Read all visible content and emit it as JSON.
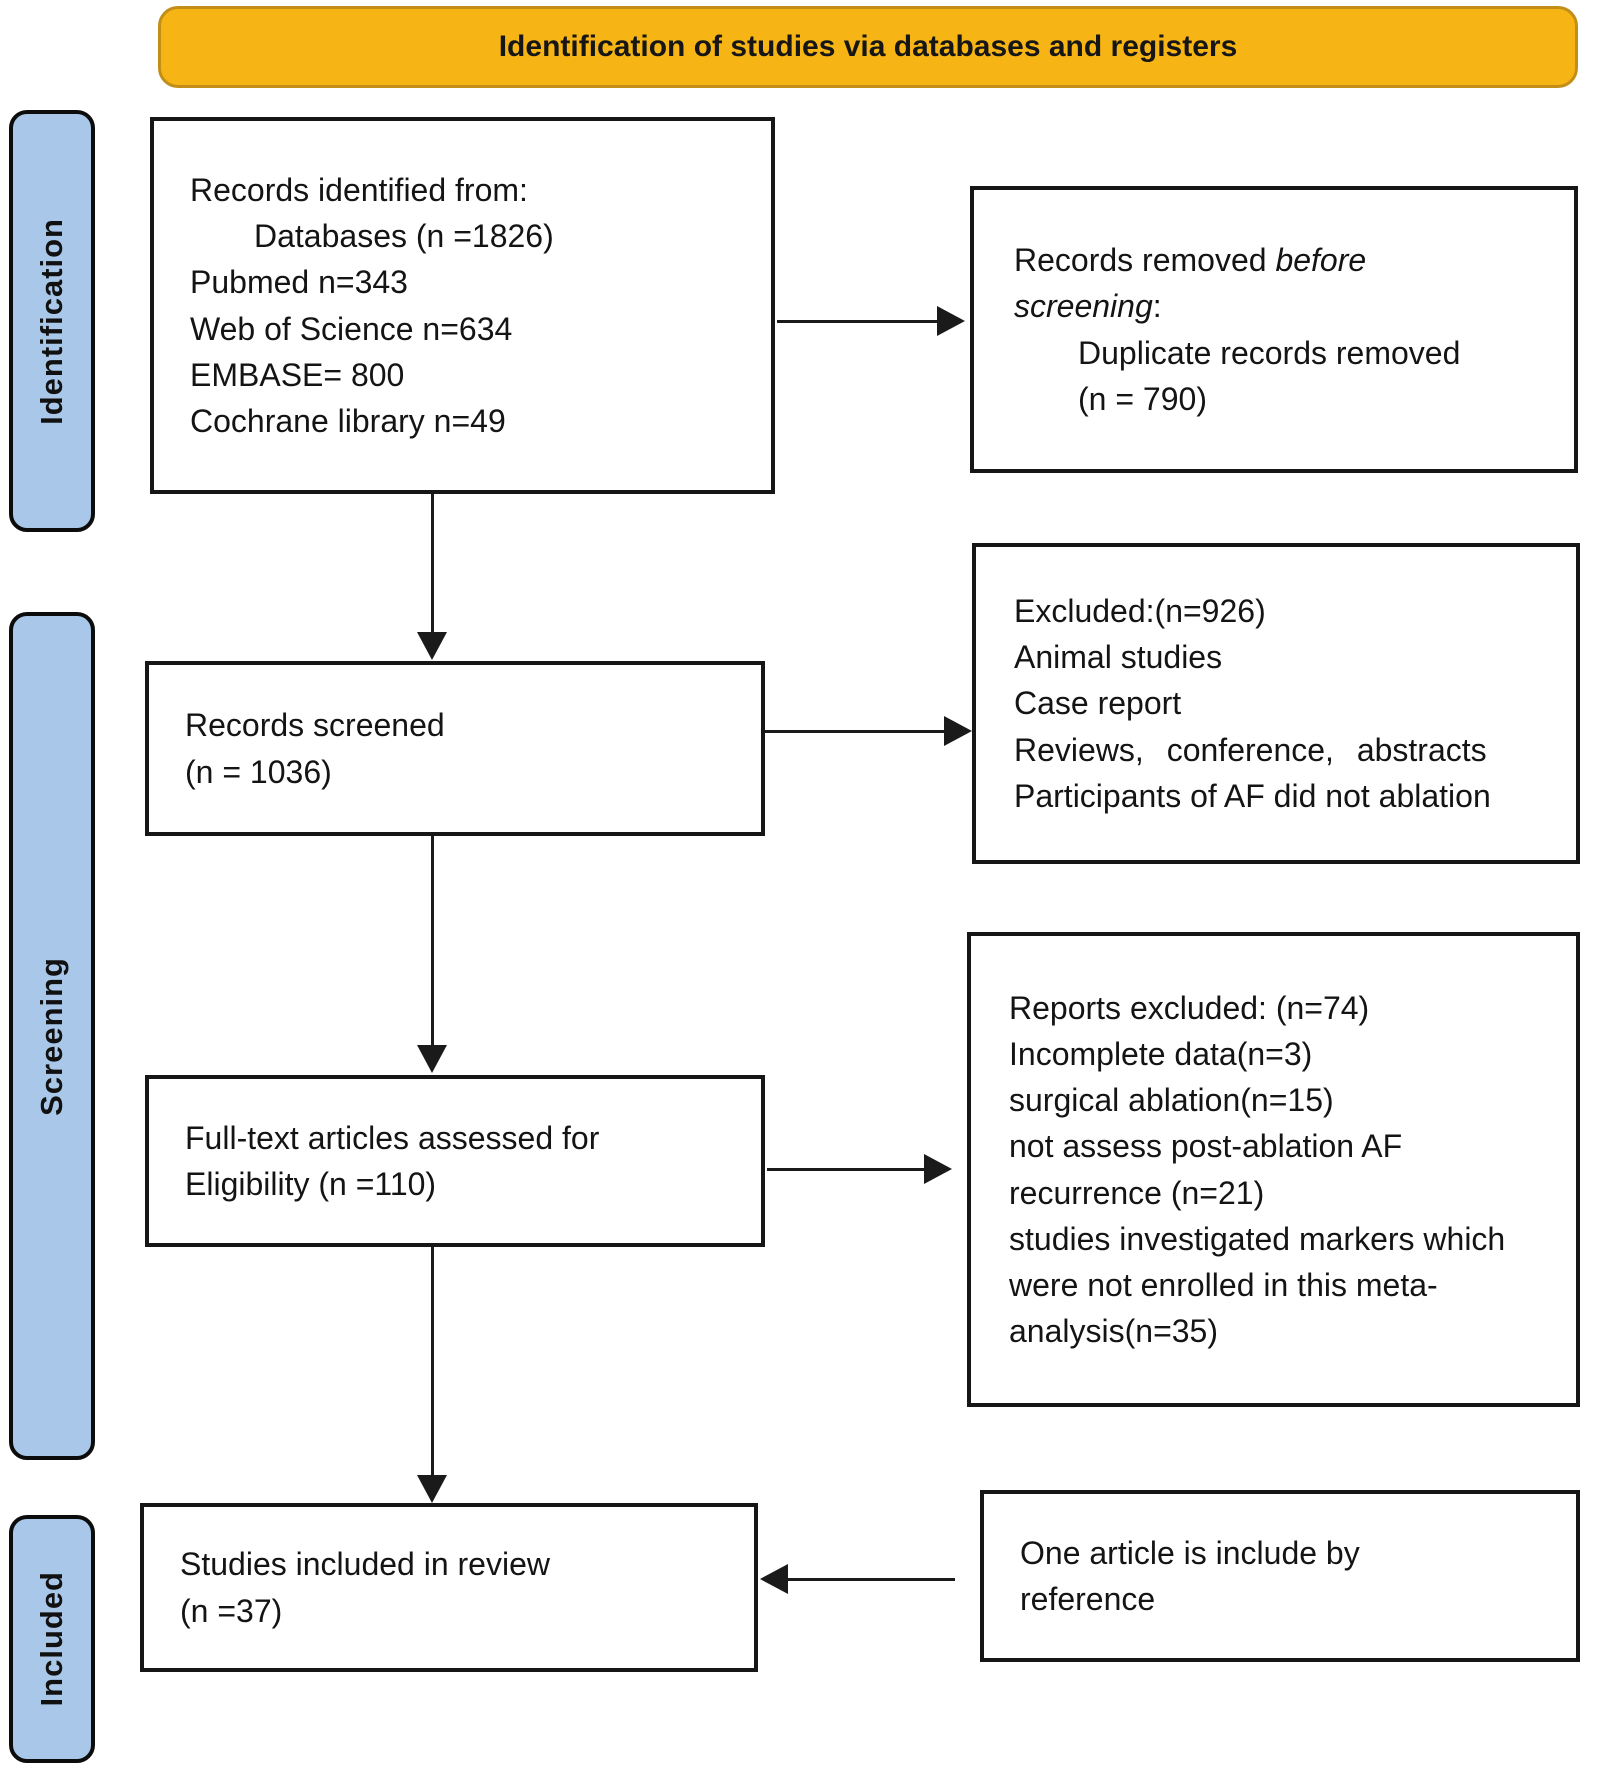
{
  "banner": {
    "title": "Identification of studies via databases and registers"
  },
  "sidebar": {
    "identification": "Identification",
    "screening": "Screening",
    "included": "Included"
  },
  "boxes": {
    "identified": {
      "lines": [
        "Records identified from:",
        "Databases (n =1826)",
        "Pubmed n=343",
        "Web of Science n=634",
        "EMBASE= 800",
        "Cochrane library n=49"
      ]
    },
    "records_removed": {
      "prefix": "Records removed ",
      "italic": "before screening",
      "suffix": ":",
      "sub_lines": [
        "Duplicate records removed",
        "(n = 790)"
      ]
    },
    "records_screened": {
      "lines": [
        "Records screened",
        "(n = 1036)"
      ]
    },
    "excluded": {
      "lines": [
        "Excluded:(n=926)",
        "Animal studies",
        "Case report",
        "Reviews, conference, abstracts",
        "Participants of AF did not ablation"
      ]
    },
    "full_text": {
      "lines": [
        "Full-text articles assessed for",
        "Eligibility (n =110)"
      ]
    },
    "reports_excluded": {
      "lines": [
        "Reports excluded: (n=74)",
        "Incomplete data(n=3)",
        "surgical ablation(n=15)",
        "not assess post-ablation AF recurrence (n=21)",
        "studies investigated markers which were not enrolled in this meta-analysis(n=35)"
      ]
    },
    "studies_included": {
      "lines": [
        "Studies included in review",
        "(n =37)"
      ]
    },
    "one_article": {
      "lines": [
        "One article is include by reference"
      ]
    }
  },
  "colors": {
    "banner_bg": "#F6B515",
    "banner_border": "#C28E19",
    "sidebar_bg": "#A9C8E9",
    "box_border": "#161616",
    "arrow": "#1a1a1a"
  }
}
